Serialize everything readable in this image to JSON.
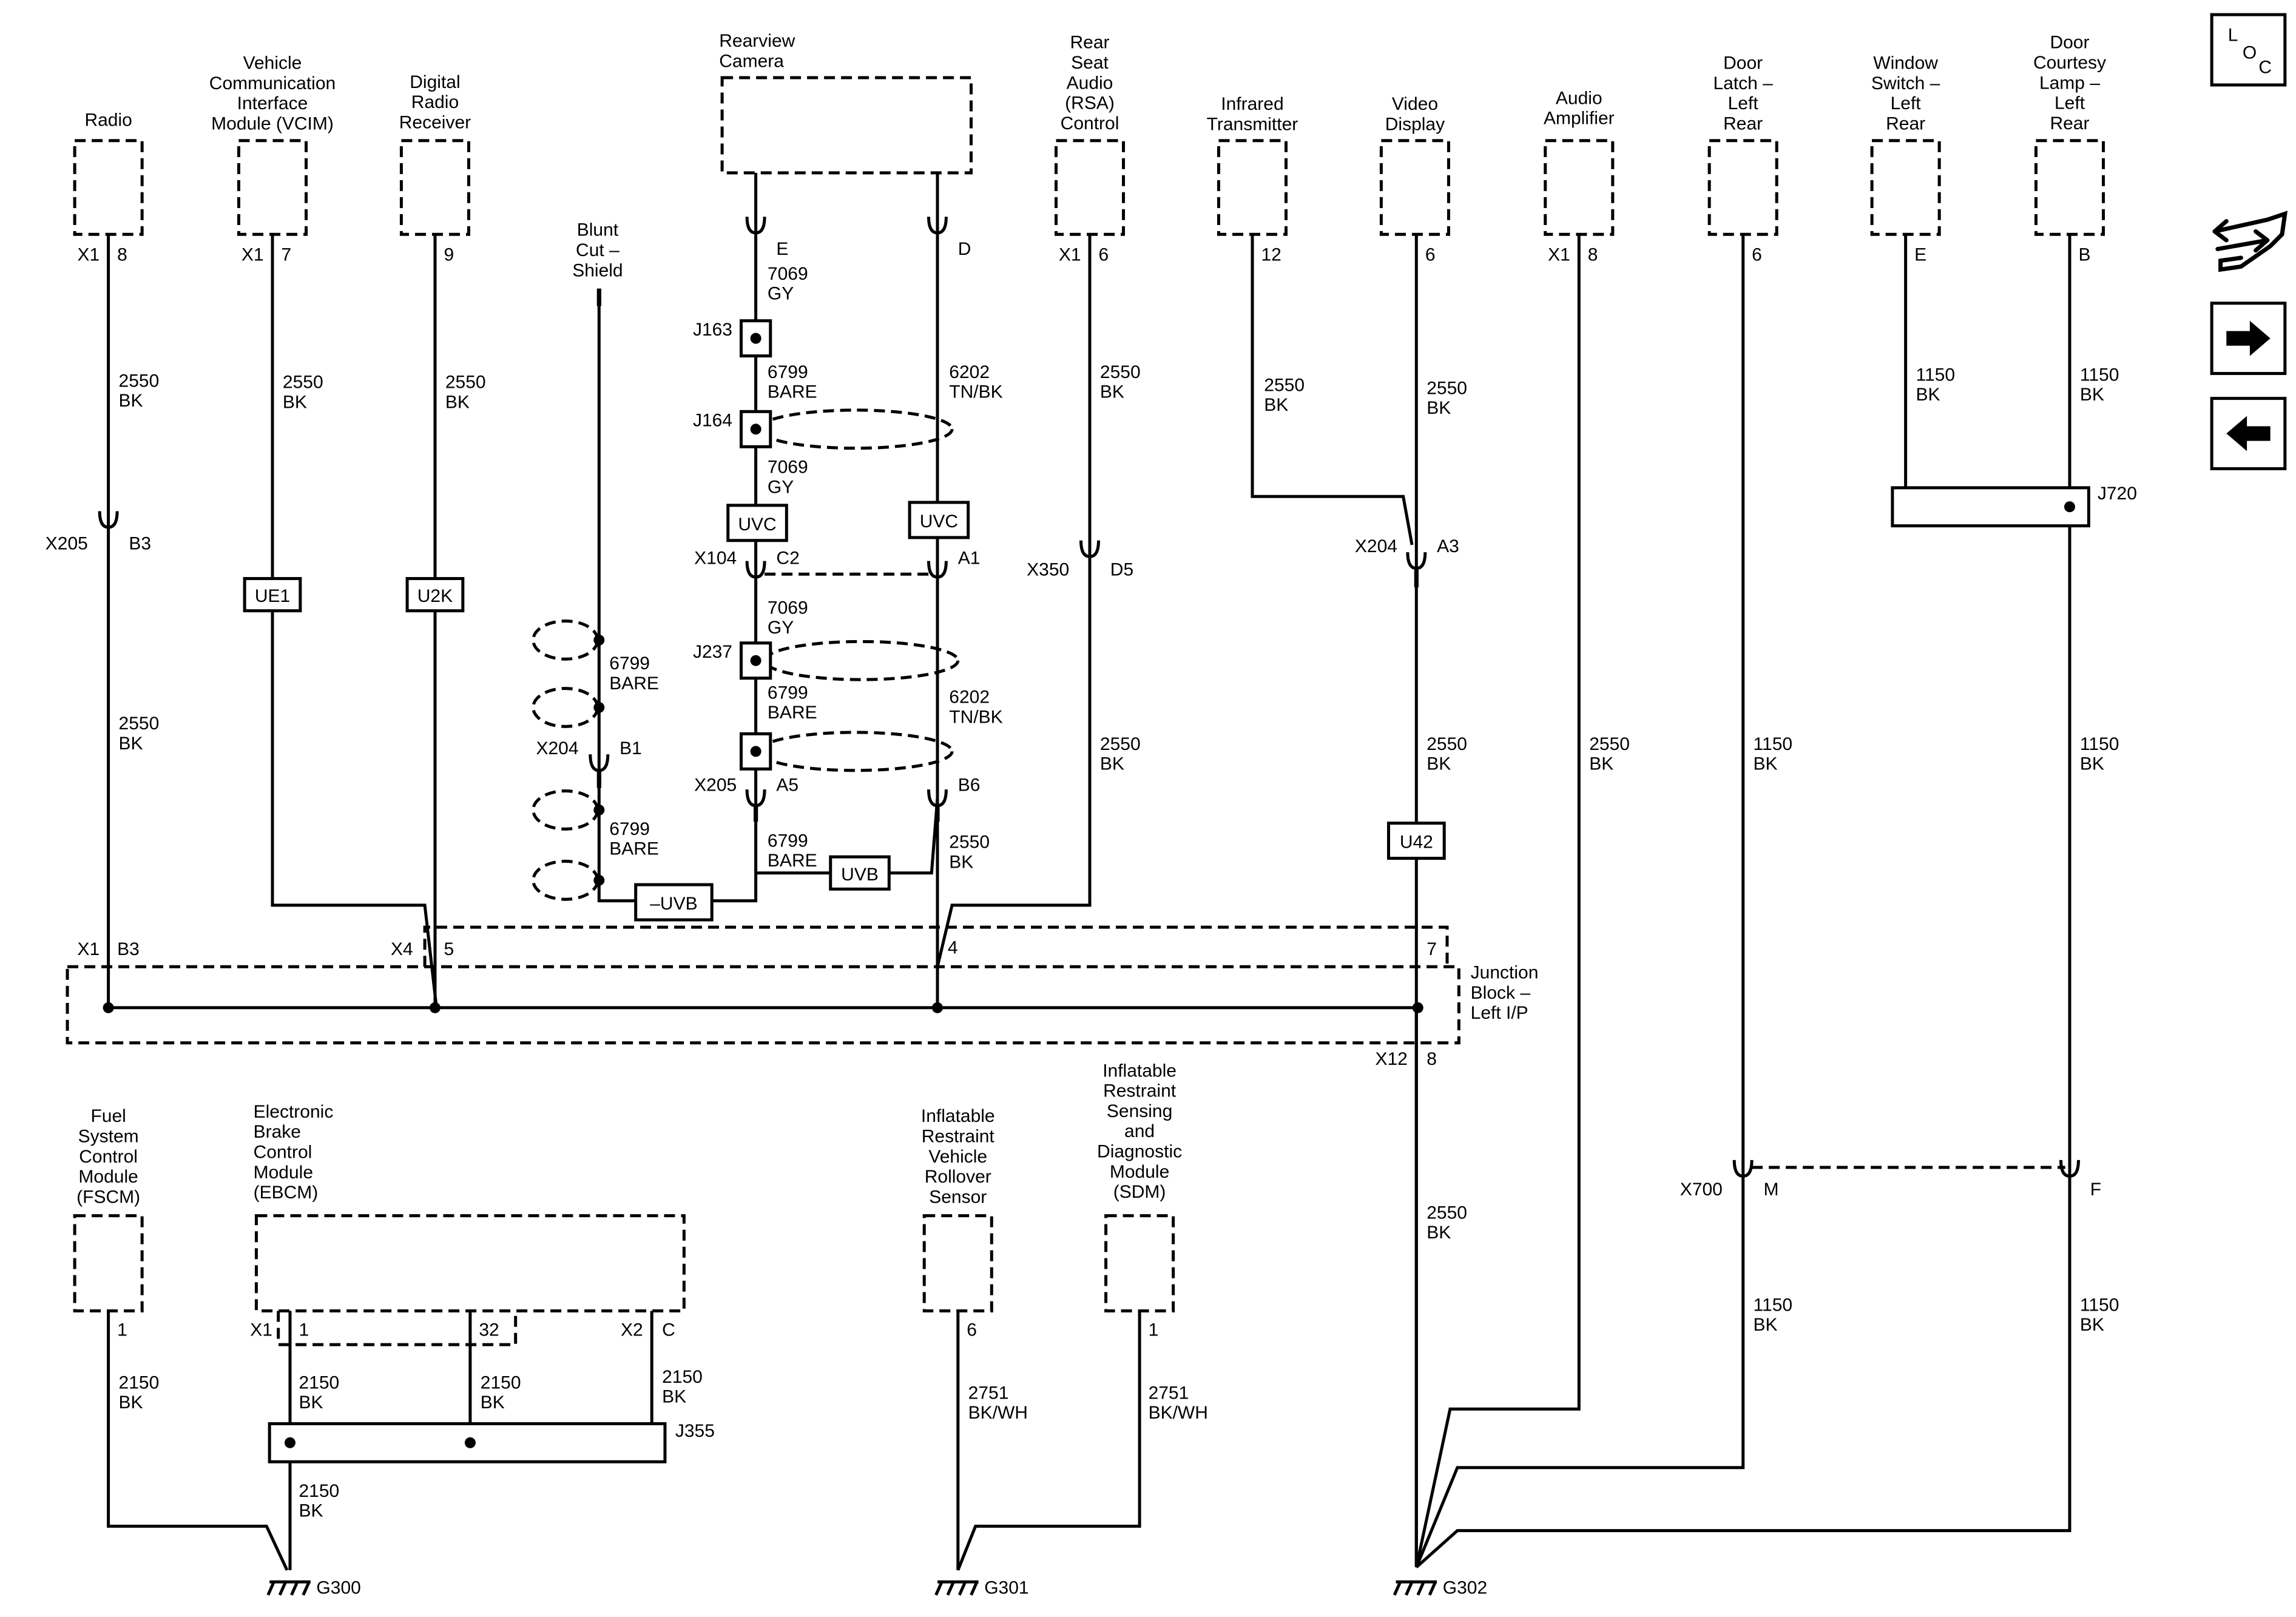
{
  "components": {
    "radio": [
      "Radio"
    ],
    "vcim": [
      "Vehicle",
      "Communication",
      "Interface",
      "Module (VCIM)"
    ],
    "drr": [
      "Digital",
      "Radio",
      "Receiver"
    ],
    "blunt": [
      "Blunt",
      "Cut –",
      "Shield"
    ],
    "camera": [
      "Rearview",
      "Camera"
    ],
    "rsa": [
      "Rear",
      "Seat",
      "Audio",
      "(RSA)",
      "Control"
    ],
    "ir": [
      "Infrared",
      "Transmitter"
    ],
    "video": [
      "Video",
      "Display"
    ],
    "amp": [
      "Audio",
      "Amplifier"
    ],
    "latch": [
      "Door",
      "Latch –",
      "Left",
      "Rear"
    ],
    "winsw": [
      "Window",
      "Switch –",
      "Left",
      "Rear"
    ],
    "courtesy": [
      "Door",
      "Courtesy",
      "Lamp –",
      "Left",
      "Rear"
    ],
    "jb": [
      "Junction",
      "Block –",
      "Left I/P"
    ],
    "fscm": [
      "Fuel",
      "System",
      "Control",
      "Module",
      "(FSCM)"
    ],
    "ebcm": [
      "Electronic",
      "Brake",
      "Control",
      "Module",
      "(EBCM)"
    ],
    "rollover": [
      "Inflatable",
      "Restraint",
      "Vehicle",
      "Rollover",
      "Sensor"
    ],
    "sdm": [
      "Inflatable",
      "Restraint",
      "Sensing",
      "and",
      "Diagnostic",
      "Module",
      "(SDM)"
    ]
  },
  "pins": {
    "radio_x1": "X1",
    "radio_pin": "8",
    "vcim_x1": "X1",
    "vcim_pin": "7",
    "drr_pin": "9",
    "cam_e": "E",
    "cam_d": "D",
    "rsa_x1": "X1",
    "rsa_pin": "6",
    "ir_pin": "12",
    "video_pin": "6",
    "amp_x1": "X1",
    "amp_pin": "8",
    "latch_pin": "6",
    "winsw_pin": "E",
    "courtesy_pin": "B",
    "jb_x1": "X1",
    "jb_b3": "B3",
    "jb_x4": "X4",
    "jb_5": "5",
    "jb_4": "4",
    "jb_7": "7",
    "jb_x12": "X12",
    "jb_8": "8",
    "fscm_pin": "1",
    "ebcm_x1": "X1",
    "ebcm_1": "1",
    "ebcm_32": "32",
    "ebcm_x2": "X2",
    "ebcm_c": "C",
    "roll_pin": "6",
    "sdm_pin": "1"
  },
  "connectors": {
    "x205": "X205",
    "b3": "B3",
    "x104": "X104",
    "c2": "C2",
    "a1": "A1",
    "x204b": "X204",
    "b1": "B1",
    "x205b": "X205",
    "a5": "A5",
    "b6": "B6",
    "x350": "X350",
    "d5": "D5",
    "x204": "X204",
    "a3": "A3",
    "x700": "X700",
    "m": "M",
    "f": "F"
  },
  "splices": {
    "j163": "J163",
    "j164": "J164",
    "j237": "J237",
    "j720": "J720",
    "j355": "J355"
  },
  "options": {
    "ue1": "UE1",
    "u2k": "U2K",
    "uvc1": "UVC",
    "uvc2": "UVC",
    "nuvb": "–UVB",
    "uvb": "UVB",
    "u42": "U42"
  },
  "wires": {
    "w2550": [
      "2550",
      "BK"
    ],
    "w1150": [
      "1150",
      "BK"
    ],
    "w2150": [
      "2150",
      "BK"
    ],
    "w2751": [
      "2751",
      "BK/WH"
    ],
    "w7069": [
      "7069",
      "GY"
    ],
    "w6799": [
      "6799",
      "BARE"
    ],
    "w6202": [
      "6202",
      "TN/BK"
    ]
  },
  "grounds": {
    "g300": "G300",
    "g301": "G301",
    "g302": "G302"
  },
  "nav": {
    "loc": [
      "L",
      "O",
      "C"
    ]
  },
  "icons": [
    "loc-icon",
    "wrench-arrows-icon",
    "arrow-right-icon",
    "arrow-left-icon"
  ]
}
